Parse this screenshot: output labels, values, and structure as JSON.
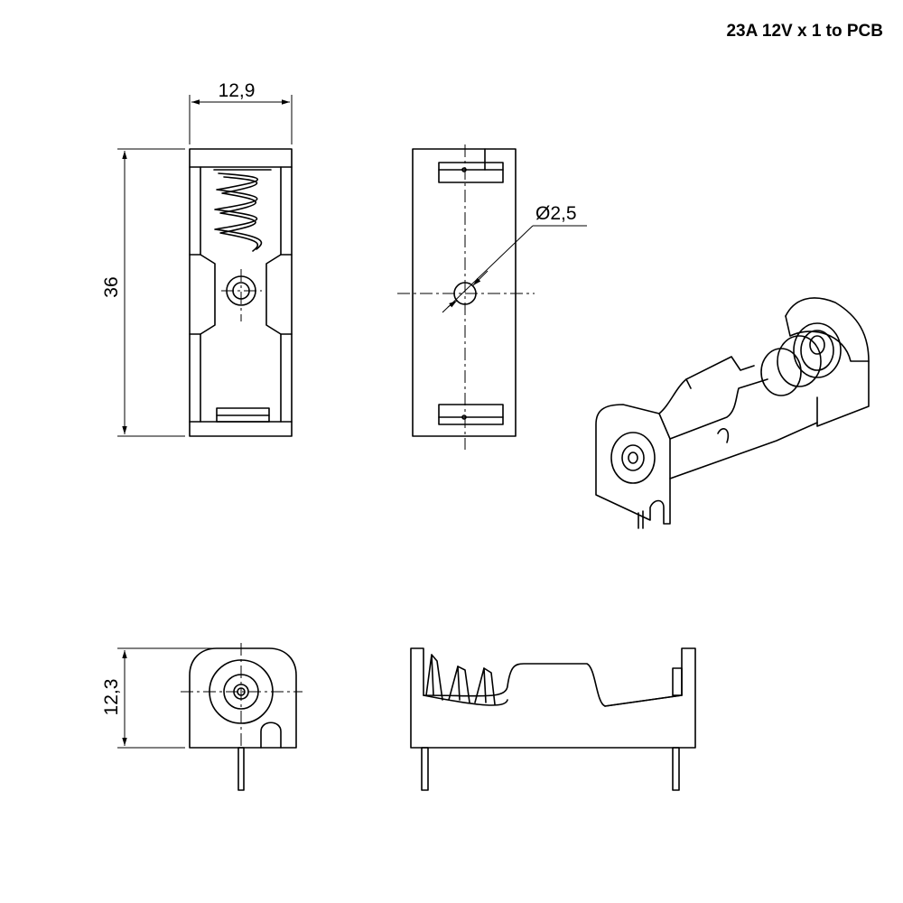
{
  "title": "23A 12V x 1 to PCB",
  "dimensions": {
    "width": "12,9",
    "length": "36",
    "height": "12,3",
    "hole_diameter": "Ø2,5"
  }
}
